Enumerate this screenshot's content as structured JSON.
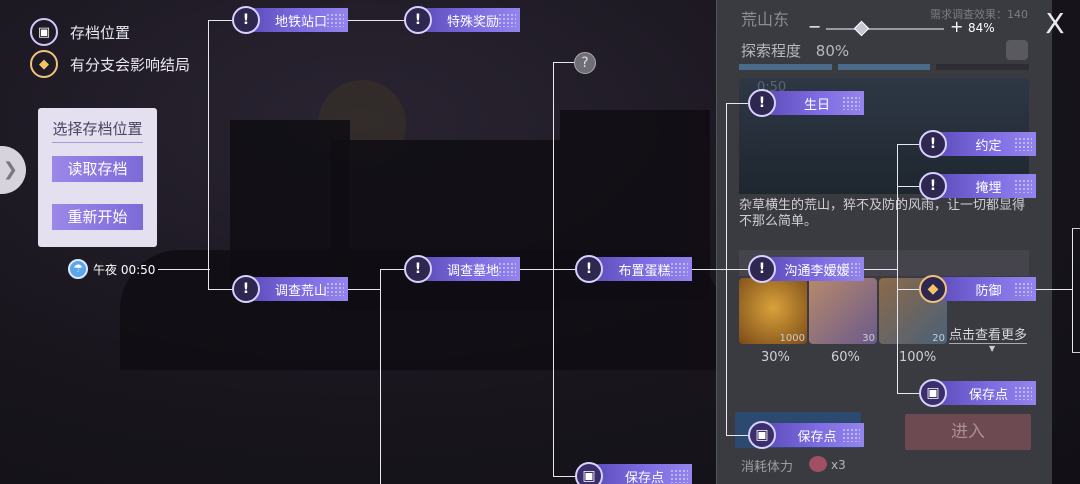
{
  "legend": {
    "save_label": "存档位置",
    "branch_label": "有分支会影响结局"
  },
  "save_box": {
    "title": "选择存档位置",
    "load_label": "读取存档",
    "restart_label": "重新开始"
  },
  "time_node": {
    "label": "午夜 00:50"
  },
  "nodes": {
    "subway": "地铁站口",
    "special_reward": "特殊奖励",
    "investigate_wild": "调查荒山",
    "investigate_grave": "调查墓地",
    "place_cake": "布置蛋糕",
    "save_point_bottom": "保存点",
    "birthday": "生日",
    "promise": "约定",
    "bury": "掩埋",
    "talk_li": "沟通李嫒嫒",
    "defend": "防御",
    "save_point_right": "保存点",
    "save_point_mid": "保存点",
    "unknown": "?"
  },
  "panel": {
    "title": "荒山东",
    "requirement": "需求调查效果：140",
    "progress_label": "探索程度",
    "progress_value": "80%",
    "progress_fraction": 0.8,
    "time_text": "0:50",
    "description": "杂草横生的荒山，猝不及防的风雨，让一切都显得不那么简单。",
    "items": [
      {
        "qty": "1000",
        "chance": "30%",
        "icon": "gold-coin-icon"
      },
      {
        "qty": "30",
        "chance": "60%",
        "icon": "crystal-icon"
      },
      {
        "qty": "20",
        "chance": "100%",
        "icon": "crystal-icon"
      }
    ],
    "more_label": "点击查看更多",
    "enter_label": "进入",
    "cost_label": "消耗体力",
    "cost_value": "x3"
  },
  "zoom": {
    "minus": "−",
    "plus": "+",
    "value": "84%"
  },
  "close_label": "X",
  "colors": {
    "node_start": "#5b4bb7",
    "node_end": "#9484ec",
    "accent": "#cfc7ff"
  }
}
